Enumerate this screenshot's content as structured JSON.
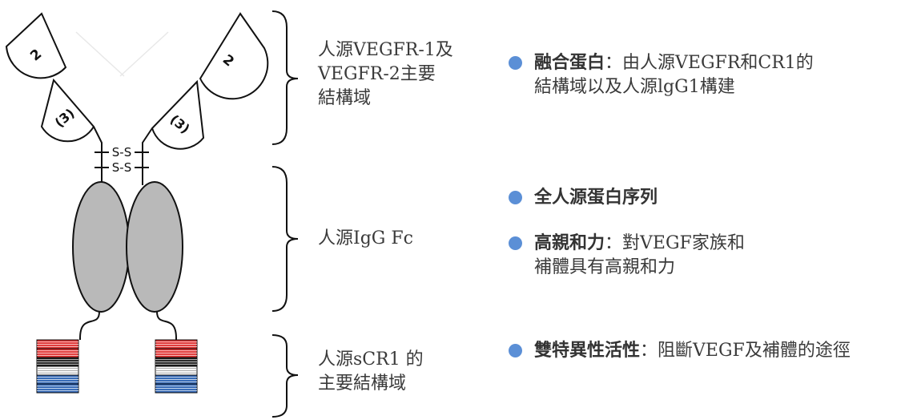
{
  "domains": {
    "vegfr": "人源VEGFR-1及VEGFR-2主要結構域",
    "vegfr_lines": [
      "人源VEGFR-1及",
      "VEGFR-2主要",
      "結構域"
    ],
    "fc": "人源IgG Fc",
    "scr1": "人源sCR1 的主要結構域",
    "scr1_lines": [
      "人源sCR1 的",
      "主要結構域"
    ]
  },
  "antibody": {
    "domain_2_label": "2",
    "domain_3_label": "(3)",
    "disulfide_label": "S-S"
  },
  "features": [
    {
      "title": "融合蛋白",
      "sep": "：",
      "desc": "由人源VEGFR和CR1的",
      "desc2": "結構域以及人源lgG1構建"
    },
    {
      "title": "全人源蛋白序列",
      "sep": "",
      "desc": "",
      "desc2": ""
    },
    {
      "title": "高親和力",
      "sep": "：",
      "desc": "對VEGF家族和",
      "desc2": "補體具有高親和力"
    },
    {
      "title": "雙特異性活性",
      "sep": "：",
      "desc": "阻斷VEGF及補體的途徑",
      "desc2": ""
    }
  ],
  "colors": {
    "bullet": "#5b8fd6",
    "fc_fill": "#b9b9b9",
    "red_stripe": "#e03030",
    "blue_stripe": "#2e64b4",
    "black_stripe": "#1a1a1a"
  }
}
